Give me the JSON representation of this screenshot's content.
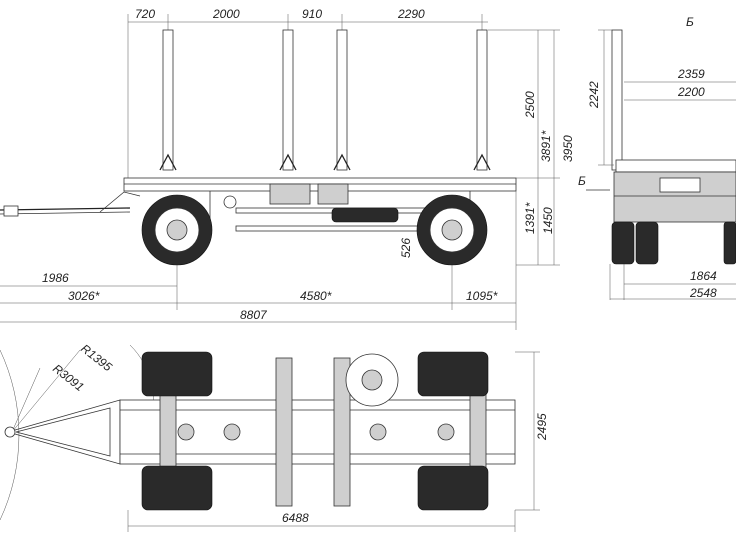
{
  "side_view": {
    "top_dims": [
      "720",
      "2000",
      "910",
      "2290"
    ],
    "height_dims": [
      "2500",
      "3891*",
      "3950",
      "1391*",
      "1450",
      "526"
    ],
    "bottom_dims": [
      "1986",
      "3026*",
      "4580*",
      "1095*",
      "8807"
    ]
  },
  "rear_view": {
    "section_label_top": "Б",
    "section_label_side": "Б",
    "dims": [
      "2242",
      "2359",
      "2200",
      "1864",
      "2548"
    ]
  },
  "plan_view": {
    "radius_dims": [
      "R1395",
      "R3091"
    ],
    "length_dim": "6488",
    "width_dim": "2495"
  }
}
